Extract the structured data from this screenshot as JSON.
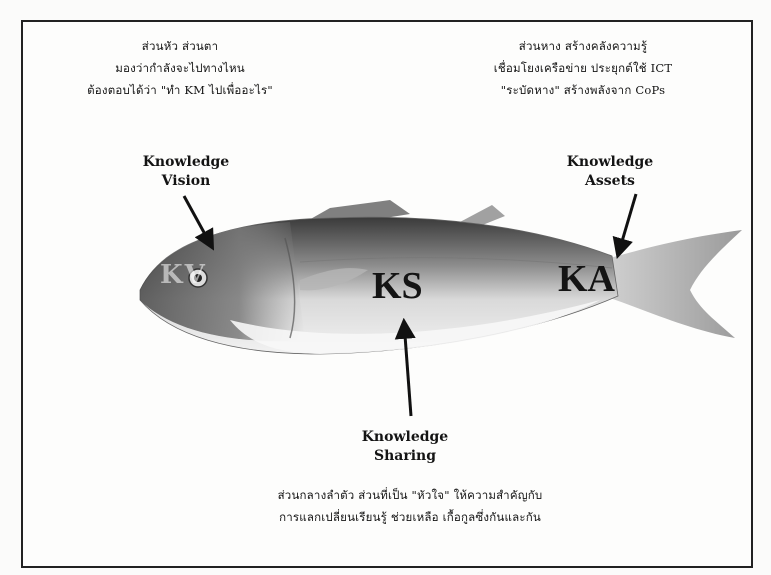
{
  "top_left": {
    "line1": "ส่วนหัว ส่วนตา",
    "line2": "มองว่ากำลังจะไปทางไหน",
    "line3": "ต้องตอบได้ว่า \"ทำ KM ไปเพื่ออะไร\""
  },
  "top_right": {
    "line1": "ส่วนหาง สร้างคลังความรู้",
    "line2": "เชื่อมโยงเครือข่าย ประยุกต์ใช้ ICT",
    "line3": "\"ระบัดหาง\" สร้างพลังจาก CoPs"
  },
  "knowledge_vision": {
    "line1": "Knowledge",
    "line2": "Vision"
  },
  "knowledge_assets": {
    "line1": "Knowledge",
    "line2": "Assets"
  },
  "knowledge_sharing": {
    "line1": "Knowledge",
    "line2": "Sharing"
  },
  "fish_labels": {
    "kv": "KV",
    "ks": "KS",
    "ka": "KA"
  },
  "bottom": {
    "line1": "ส่วนกลางลำตัว ส่วนที่เป็น \"หัวใจ\" ให้ความสำคัญกับ",
    "line2": "การแลกเปลี่ยนเรียนรู้ ช่วยเหลือ เกื้อกูลซึ่งกันและกัน"
  }
}
